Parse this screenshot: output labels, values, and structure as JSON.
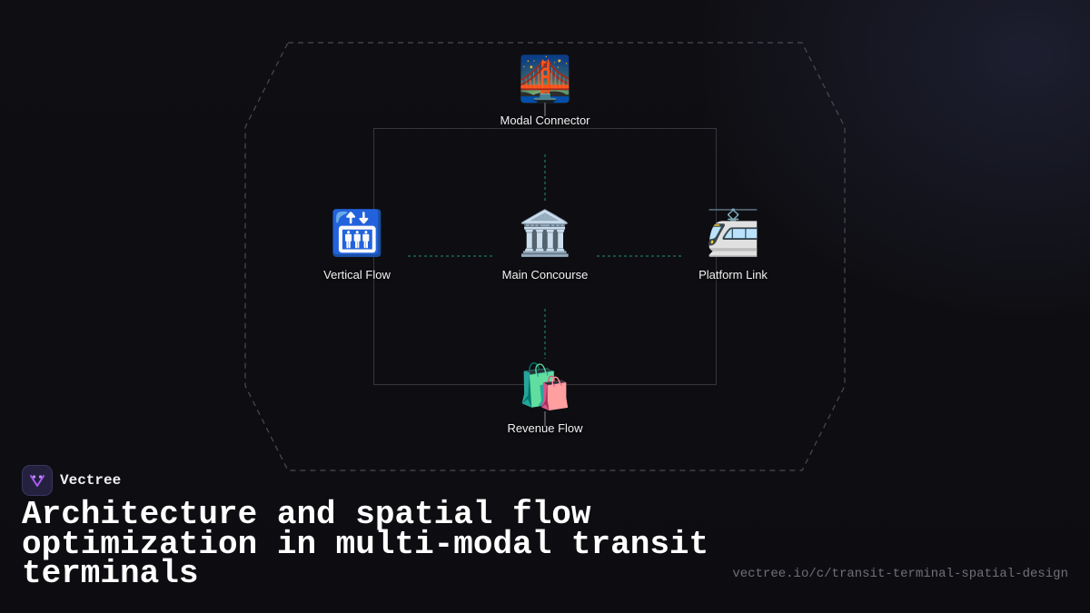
{
  "diagram": {
    "nodes": {
      "modal_connector": {
        "icon": "bridge-at-night-icon",
        "glyph": "🌉",
        "label": "Modal Connector"
      },
      "vertical_flow": {
        "icon": "elevator-icon",
        "glyph": "🛗",
        "label": "Vertical Flow"
      },
      "main_concourse": {
        "icon": "classical-building-icon",
        "glyph": "🏛️",
        "label": "Main Concourse"
      },
      "platform_link": {
        "icon": "light-rail-icon",
        "glyph": "🚈",
        "label": "Platform Link"
      },
      "revenue_flow": {
        "icon": "shopping-bags-icon",
        "glyph": "🛍️",
        "label": "Revenue Flow"
      }
    },
    "colors": {
      "outer_boundary": "#4a4a52",
      "inner_frame": "#35353d",
      "connector": "#1f8f78",
      "stem": "#8a8a92"
    }
  },
  "brand": {
    "name": "Vectree",
    "logo_icon": "vectree-logo-icon",
    "logo_bg": "#24213f",
    "logo_accent": "#a75cf2"
  },
  "headline": "Architecture and spatial flow optimization in multi-modal transit terminals",
  "source_url": "vectree.io/c/transit-terminal-spatial-design"
}
